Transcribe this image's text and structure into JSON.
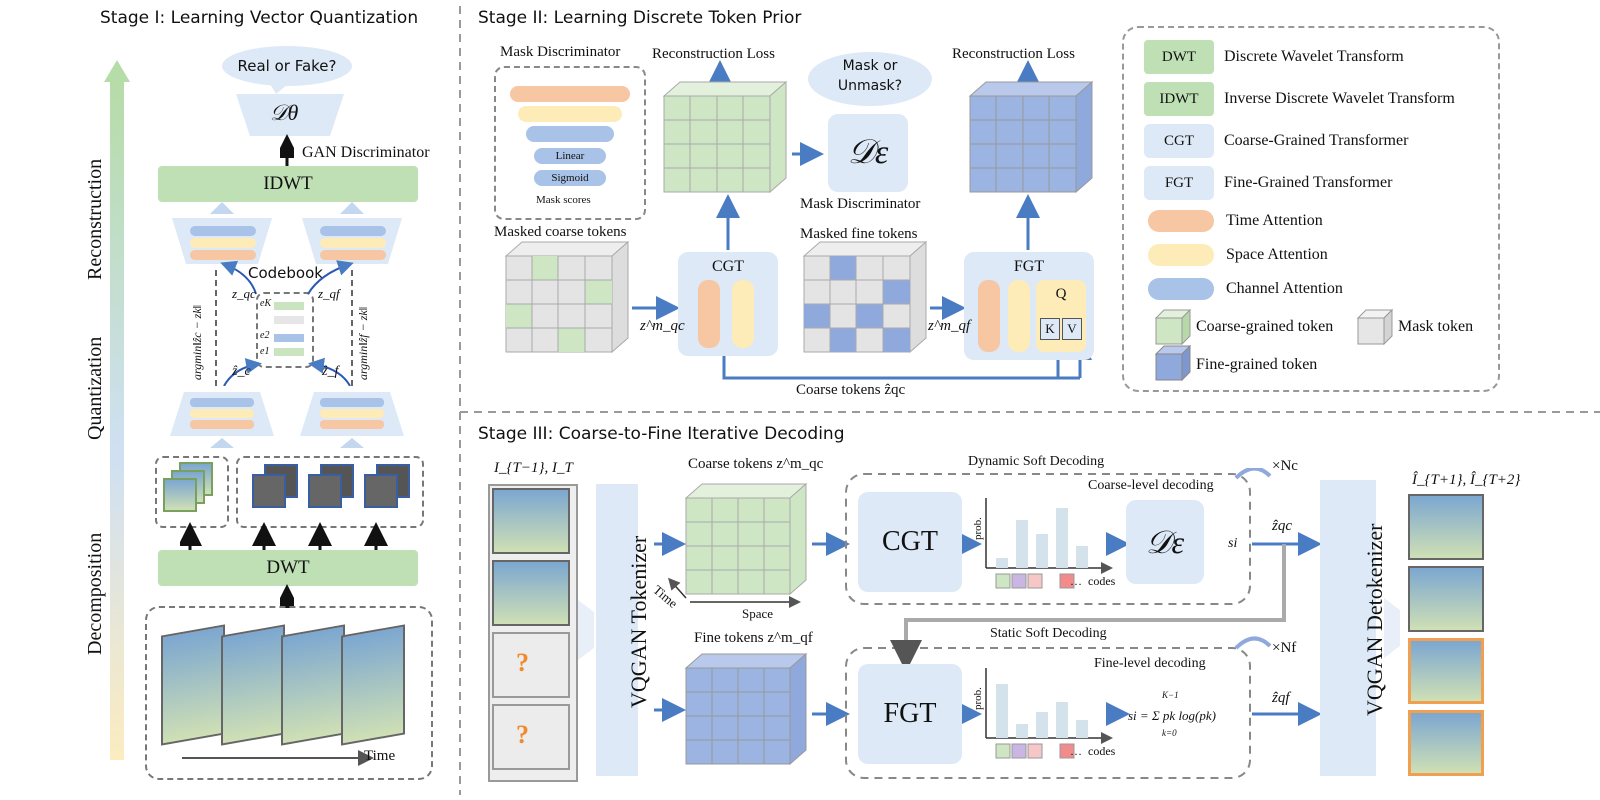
{
  "stage1": {
    "title": "Stage I: Learning Vector Quantization",
    "real_or_fake": "Real or Fake?",
    "d_theta": "𝒟θ",
    "gan_disc": "GAN Discriminator",
    "idwt": "IDWT",
    "dwt": "DWT",
    "codebook": "Codebook",
    "z_qc": "z_qc",
    "z_qf": "z_qf",
    "z_c_hat": "ẑ_c",
    "z_f_hat": "ẑ_f",
    "argmin_left": "argmin‖ẑc − zk‖",
    "argmin_right": "argmin‖ẑf − zk‖",
    "e_k": "eK",
    "e_2": "e2",
    "e_1": "e1",
    "time": "Time",
    "axis_reconstruction": "Reconstruction",
    "axis_quantization": "Quantization",
    "axis_decomposition": "Decomposition"
  },
  "stage2": {
    "title": "Stage II: Learning Discrete Token Prior",
    "mask_disc_title": "Mask Discriminator",
    "linear": "Linear",
    "sigmoid": "Sigmoid",
    "mask_scores": "Mask scores",
    "recon_loss_1": "Reconstruction Loss",
    "recon_loss_2": "Reconstruction Loss",
    "mask_q_1": "Mask or",
    "mask_q_2": "Unmask?",
    "d_eps": "𝒟ε",
    "mask_disc_label": "Mask Discriminator",
    "masked_coarse": "Masked coarse tokens",
    "masked_fine": "Masked fine tokens",
    "cgt": "CGT",
    "fgt": "FGT",
    "z_qc_m": "z^m_qc",
    "z_qf_m": "z^m_qf",
    "q": "Q",
    "k": "K",
    "v": "V",
    "coarse_tokens": "Coarse tokens ẑqc"
  },
  "legend": {
    "items": [
      {
        "tag": "DWT",
        "text": "Discrete Wavelet Transform"
      },
      {
        "tag": "IDWT",
        "text": "Inverse Discrete Wavelet Transform"
      },
      {
        "tag": "CGT",
        "text": "Coarse-Grained Transformer"
      },
      {
        "tag": "FGT",
        "text": "Fine-Grained Transformer"
      }
    ],
    "time_attention": "Time Attention",
    "space_attention": "Space Attention",
    "channel_attention": "Channel Attention",
    "coarse_token": "Coarse-grained token",
    "mask_token": "Mask token",
    "fine_token": "Fine-grained token"
  },
  "stage3": {
    "title": "Stage III: Coarse-to-Fine Iterative Decoding",
    "inputs_label": "I_{T−1}, I_T",
    "outputs_label": "Î_{T+1}, Î_{T+2}",
    "tokenizer": "VQGAN Tokenizer",
    "detokenizer": "VQGAN Detokenizer",
    "coarse_tokens": "Coarse tokens z^m_qc",
    "fine_tokens": "Fine tokens z^m_qf",
    "time": "Time",
    "space": "Space",
    "dynamic_soft": "Dynamic Soft Decoding",
    "coarse_level": "Coarse-level decoding",
    "static_soft": "Static Soft Decoding",
    "fine_level": "Fine-level decoding",
    "cgt": "CGT",
    "fgt": "FGT",
    "d_eps": "𝒟ε",
    "prob": "prob.",
    "codes": "codes",
    "s_i": "si",
    "s_formula": "si = Σ pk log(pk)",
    "sum_top": "K−1",
    "sum_bottom": "k=0",
    "times_nc": "×Nc",
    "times_nf": "×Nf",
    "z_qc_hat": "ẑqc",
    "z_qf_hat": "ẑqf",
    "qmark": "?"
  },
  "colors": {
    "green": "#bfe0b4",
    "blue_light": "#dde9f6",
    "orange": "#f7c6a3",
    "yellow": "#fdebb8",
    "channel_blue": "#a9c2e8",
    "arrow_blue": "#4a7cc4",
    "token_blue": "#8fa9dd",
    "token_green": "#cfe6c4"
  }
}
